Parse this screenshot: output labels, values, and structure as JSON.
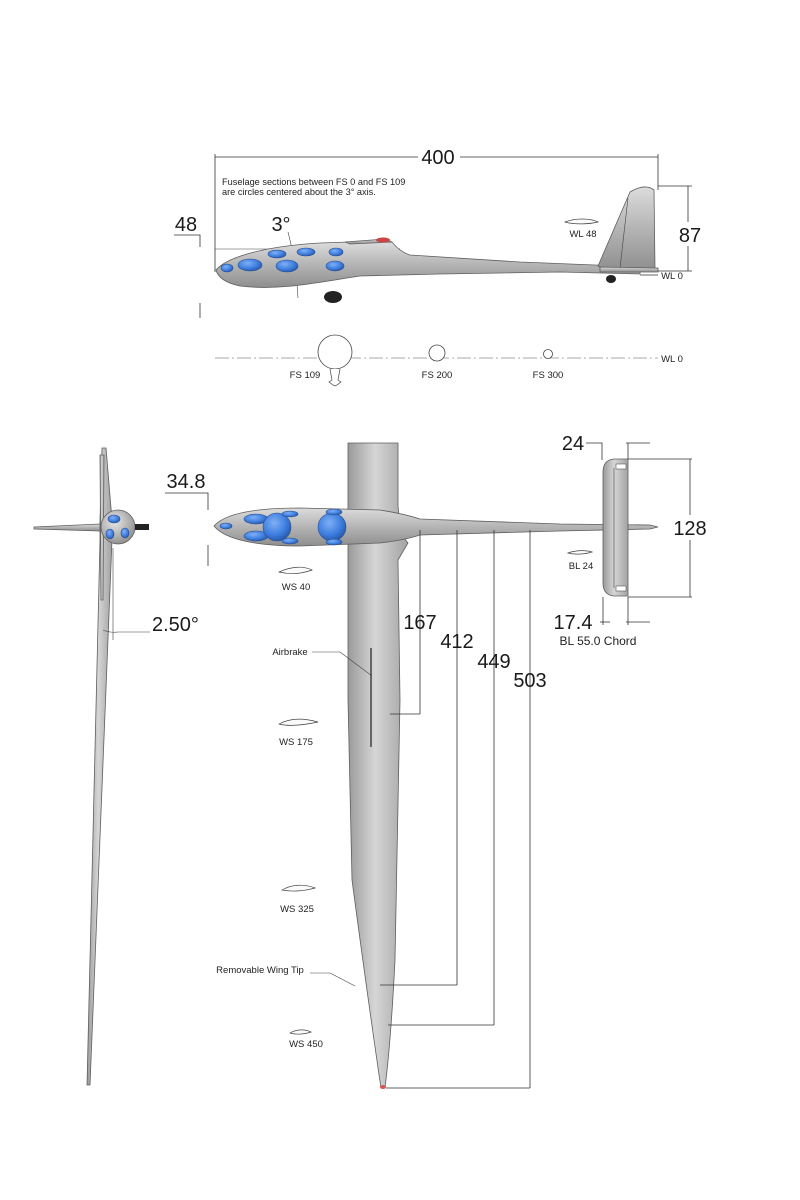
{
  "side_view": {
    "overall_length": "400",
    "note_line1": "Fuselage sections between FS 0 and FS 109",
    "note_line2": "are circles centered about the 3° axis.",
    "height_nose": "48",
    "axis_angle": "3°",
    "tail_height": "87",
    "wl48_label": "WL 48",
    "wl0_label": "WL 0"
  },
  "sections": {
    "fs109": "FS 109",
    "fs200": "FS 200",
    "fs300": "FS 300",
    "wl0": "WL 0"
  },
  "front_view": {
    "dihedral": "2.50°"
  },
  "top_view": {
    "fuselage_width": "34.8",
    "tail_offset": "24",
    "tail_span": "128",
    "tail_tip_chord": "17.4",
    "tail_chord_label": "BL 55.0 Chord",
    "bl24_label": "BL 24",
    "ws40_label": "WS 40",
    "ws175_label": "WS 175",
    "ws325_label": "WS 325",
    "ws450_label": "WS 450",
    "airbrake_label": "Airbrake",
    "wingtip_label": "Removable Wing Tip",
    "dim_167": "167",
    "dim_412": "412",
    "dim_449": "449",
    "dim_503": "503"
  },
  "colors": {
    "body_gray": "#b9b9b9",
    "window_blue": "#3f7fe0",
    "line": "#333333"
  }
}
